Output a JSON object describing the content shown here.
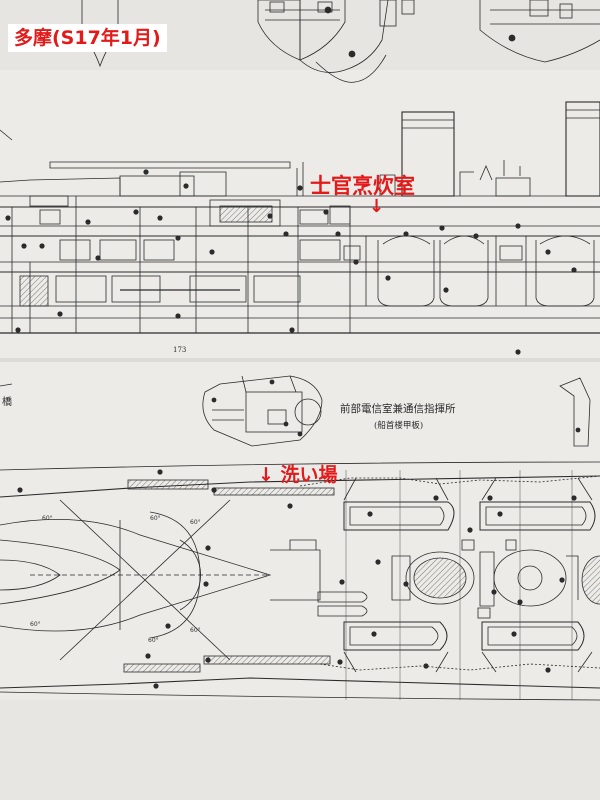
{
  "title_label": "多摩(S17年1月)",
  "annotations": {
    "galley": "士官烹炊室",
    "galley_arrow": "↓",
    "washing_place": "↓ 洗い場"
  },
  "drawing_text": {
    "bridge_caption": "前部電信室兼通信指揮所",
    "bridge_subcaption": "(船首楼甲板)",
    "frame_number": "173",
    "edge_char": "橋"
  },
  "colors": {
    "paper": "#ecebe8",
    "ink": "#2b2b2b",
    "annotation": "#e21a1a"
  }
}
